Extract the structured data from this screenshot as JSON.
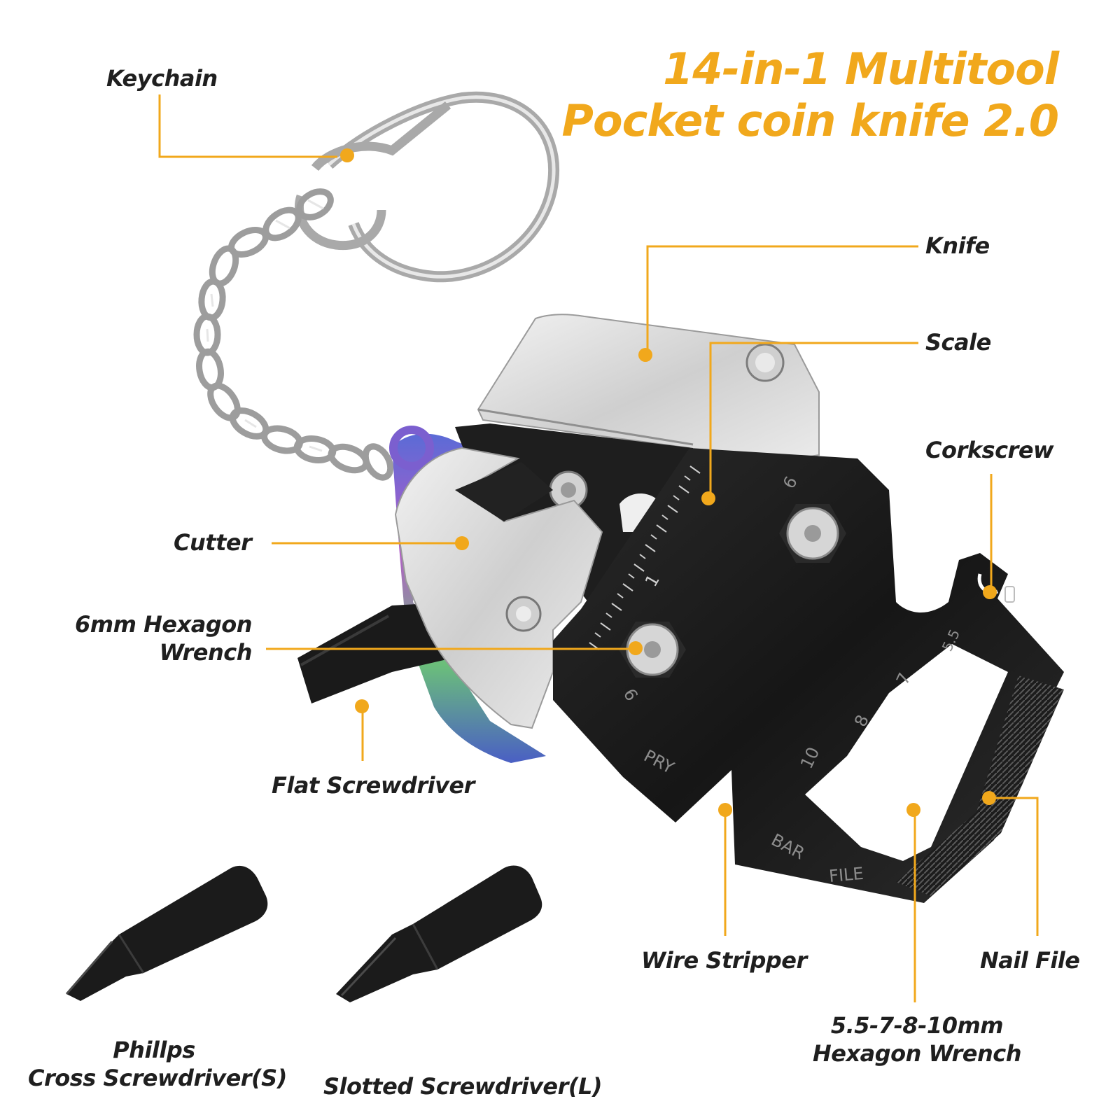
{
  "title": {
    "line1": "14-in-1 Multitool",
    "line2": "Pocket coin knife 2.0"
  },
  "labels": {
    "keychain": "Keychain",
    "knife": "Knife",
    "scale": "Scale",
    "corkscrew": "Corkscrew",
    "cutter": "Cutter",
    "hex6_line1": "6mm Hexagon",
    "hex6_line2": "Wrench",
    "flat_screwdriver": "Flat Screwdriver",
    "wire_stripper": "Wire Stripper",
    "nail_file": "Nail File",
    "hex_multi_line1": "5.5-7-8-10mm",
    "hex_multi_line2": "Hexagon Wrench",
    "phillips_line1": "Phillps",
    "phillips_line2": "Cross Screwdriver(S)",
    "slotted": "Slotted Screwdriver(L)"
  },
  "engravings": {
    "pry": "PRY",
    "bar": "BAR",
    "file": "FILE",
    "n6a": "6",
    "n6b": "6",
    "n55": "5.5",
    "n7": "7",
    "n8": "8",
    "n10": "10",
    "n1": "1"
  },
  "colors": {
    "accent": "#f1a81c",
    "text": "#1f1f1f",
    "steel": "#d8d8d8",
    "black": "#1b1b1b"
  }
}
